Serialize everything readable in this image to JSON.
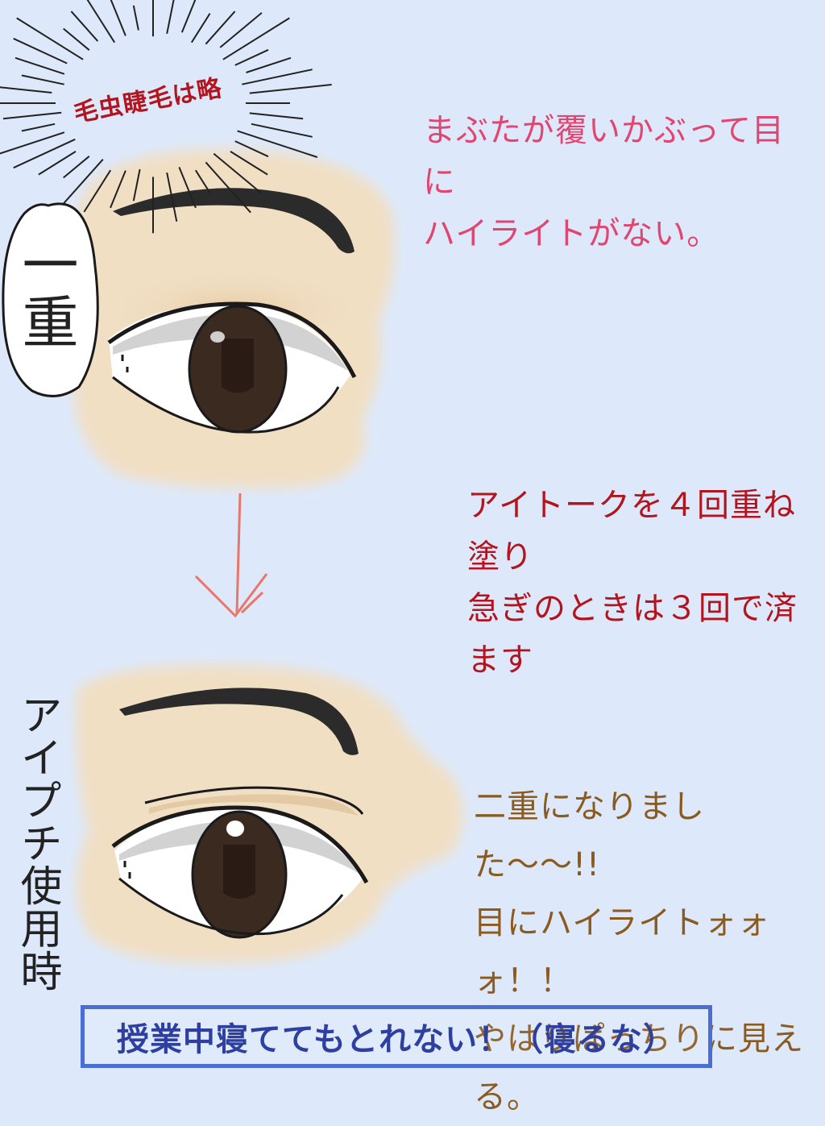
{
  "notes": {
    "top_line1": "まぶたが覆いかぶって目に",
    "top_line2": "ハイライトがない。",
    "middle_line1": "アイトークを４回重ね塗り",
    "middle_line2": "急ぎのときは３回で済ます",
    "bottom_line1": "二重になりました〜〜!!",
    "bottom_line2": "目にハイライトォォォ！！",
    "bottom_line3": "やはりぱっちりに見える。"
  },
  "labels": {
    "omitted": "毛虫睫毛は略",
    "single_eyelid": "一重",
    "eyeputti": "アイプチ使用時"
  },
  "banner": "授業中寝ててもとれない！（寝るな）",
  "colors": {
    "background": "#dde9fb",
    "skin": "#f1dfc4",
    "iris": "#3b2a20",
    "arrow": "#e8766a",
    "banner_border": "#4a6fd4"
  }
}
